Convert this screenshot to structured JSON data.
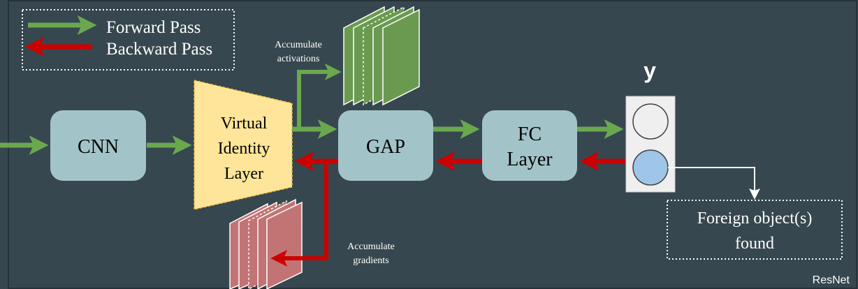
{
  "legend": {
    "forward_label": "Forward Pass",
    "backward_label": "Backward Pass"
  },
  "blocks": {
    "cnn": "CNN",
    "virtual_identity": [
      "Virtual",
      "Identity",
      "Layer"
    ],
    "gap": "GAP",
    "fc": [
      "FC",
      "Layer"
    ]
  },
  "annotations": {
    "accumulate_activations": [
      "Accumulate",
      "activations"
    ],
    "accumulate_gradients": [
      "Accumulate",
      "gradients"
    ]
  },
  "output": {
    "label": "y",
    "result": [
      "Foreign object(s)",
      "found"
    ]
  },
  "corner_label": "ResNet",
  "colors": {
    "background": "#37474f",
    "forward": "#6aa84f",
    "backward": "#cc0000",
    "block": "#a2c4c9",
    "virtual_layer": "#ffe599",
    "activations": "#6a9a4f",
    "gradients": "#c27474",
    "output_top": "#efefef",
    "output_bottom": "#9fc5e8"
  }
}
